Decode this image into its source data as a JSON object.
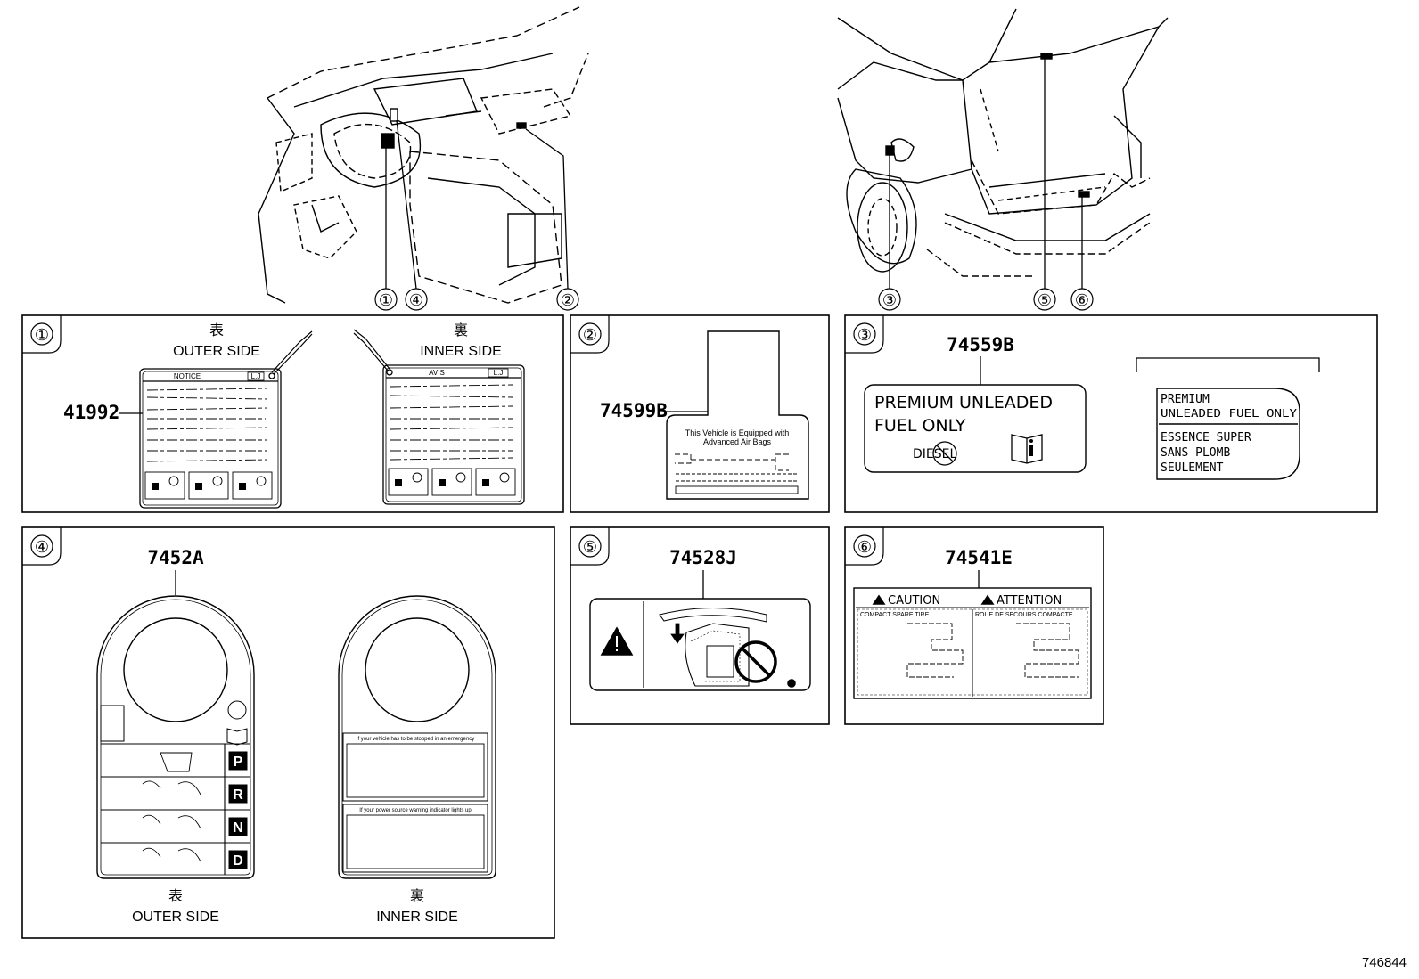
{
  "callouts": [
    "①",
    "②",
    "③",
    "④",
    "⑤",
    "⑥"
  ],
  "panel1": {
    "part_number": "41992",
    "outer_kanji": "表",
    "outer_side": "OUTER SIDE",
    "inner_kanji": "裏",
    "inner_side": "INNER SIDE",
    "outer_header": "NOTICE",
    "inner_header": "AVIS",
    "tag_code": "L.J"
  },
  "panel2": {
    "part_number": "74599B",
    "line1": "This Vehicle is Equipped with",
    "line2": "Advanced Air Bags"
  },
  "panel3": {
    "part_number": "74559B",
    "label_line1": "PREMIUM  UNLEADED",
    "label_line2": "FUEL  ONLY",
    "diesel": "DIESEL",
    "alt_line1": "PREMIUM",
    "alt_line2": "UNLEADED FUEL ONLY",
    "alt_line3": "ESSENCE  SUPER",
    "alt_line4": "SANS  PLOMB",
    "alt_line5": "SEULEMENT"
  },
  "panel4": {
    "part_number": "7452A",
    "gears": [
      "P",
      "R",
      "N",
      "D"
    ],
    "outer_kanji": "表",
    "outer_side": "OUTER SIDE",
    "inner_kanji": "裏",
    "inner_side": "INNER SIDE",
    "inner_text1": "If your vehicle has to be stopped in an emergency",
    "inner_text2": "If your power source warning indicator lights up"
  },
  "panel5": {
    "part_number": "74528J"
  },
  "panel6": {
    "part_number": "74541E",
    "caution": "CAUTION",
    "attention": "ATTENTION",
    "sub_en": "COMPACT SPARE TIRE",
    "sub_fr": "ROUE DE SECOURS COMPACTE"
  },
  "diagram_code": "746844"
}
